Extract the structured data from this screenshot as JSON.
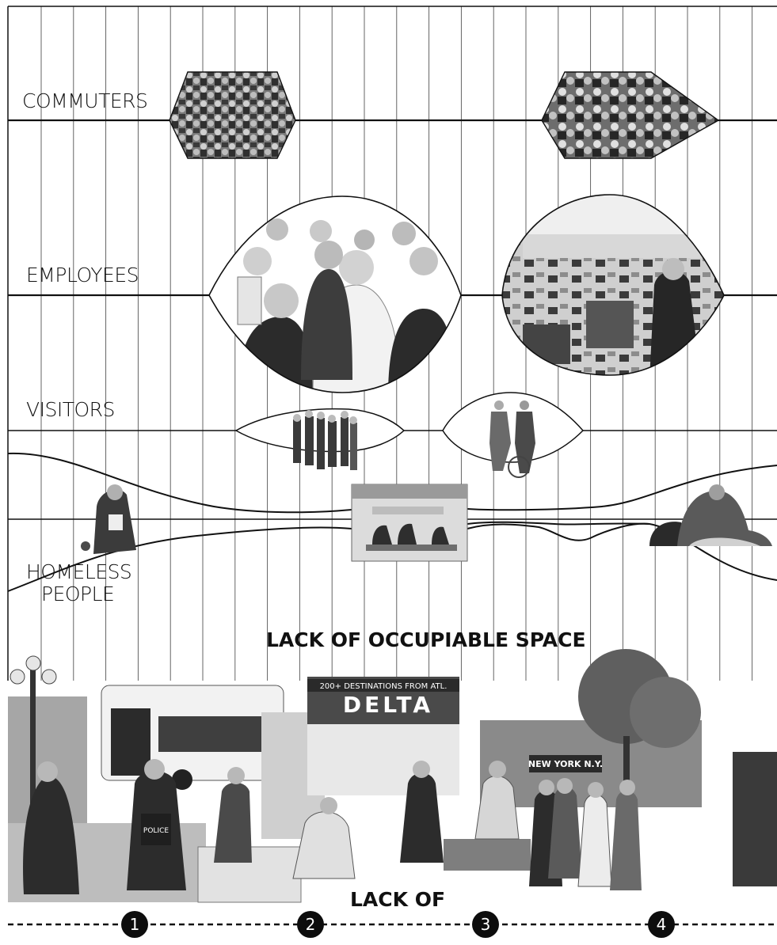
{
  "rows": {
    "commuters": "COMMUTERS",
    "employees": "EMPLOYEES",
    "visitors": "VISITORS",
    "homeless_1": "HOMELESS",
    "homeless_2": "PEOPLE"
  },
  "headings": {
    "occupiable": "LACK OF OCCUPIABLE SPACE",
    "lack_of": "LACK OF"
  },
  "photo_signs": {
    "delta_banner": "200+ DESTINATIONS FROM ATL.",
    "delta_logo": "DELTA",
    "deli_sign": "NEW YORK N.Y.",
    "police": "POLICE"
  },
  "markers": [
    "1",
    "2",
    "3",
    "4"
  ],
  "colors": {
    "ink": "#111111",
    "grid": "#555555",
    "photo_dark": "#3a3a3a",
    "photo_mid": "#8a8a8a",
    "photo_light": "#c9c9c9"
  }
}
